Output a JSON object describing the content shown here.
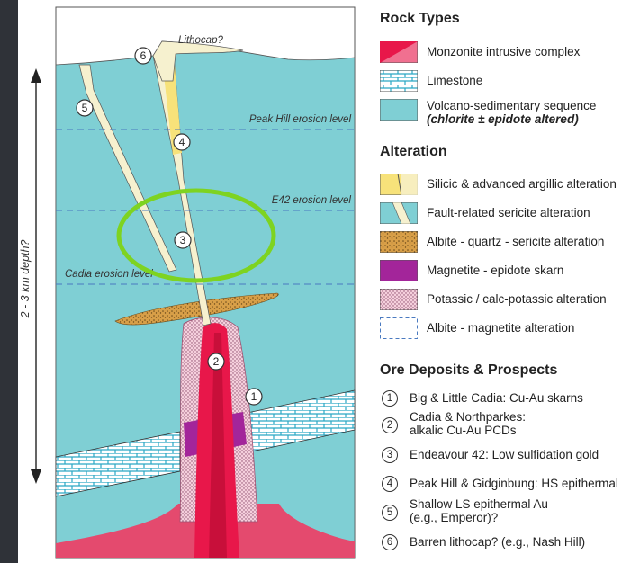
{
  "diagram": {
    "lithocap_label": "Lithocap?",
    "depth_label": "2 - 3 km depth?",
    "erosion_levels": [
      "Peak Hill erosion level",
      "E42 erosion level",
      "Cadia erosion level"
    ],
    "callouts": [
      "1",
      "2",
      "3",
      "4",
      "5",
      "6"
    ],
    "highlight_color": "#7ed321"
  },
  "legend": {
    "rock_types_title": "Rock Types",
    "rock_types": [
      {
        "label": "Monzonite intrusive complex",
        "color": "#e8174a"
      },
      {
        "label": "Limestone",
        "color": "#5fc8d8"
      },
      {
        "label": "Volcano-sedimentary sequence",
        "label2": "(chlorite ± epidote altered)",
        "color": "#7fcfd4"
      }
    ],
    "alteration_title": "Alteration",
    "alteration": [
      {
        "label": "Silicic & advanced argillic alteration",
        "color": "#f7e27a"
      },
      {
        "label": "Fault-related sericite alteration",
        "color": "#f6f1cf"
      },
      {
        "label": "Albite - quartz - sericite alteration",
        "color": "#d9a24a"
      },
      {
        "label": "Magnetite - epidote skarn",
        "color": "#a3259a"
      },
      {
        "label": "Potassic / calc-potassic alteration",
        "color": "#f2c6d6"
      },
      {
        "label": "Albite - magnetite alteration",
        "color": "#ffffff"
      }
    ],
    "ore_title": "Ore Deposits & Prospects",
    "ore": [
      {
        "num": "1",
        "label": "Big & Little Cadia: Cu-Au skarns"
      },
      {
        "num": "2",
        "label": "Cadia & Northparkes:",
        "label2": "alkalic Cu-Au PCDs"
      },
      {
        "num": "3",
        "label": "Endeavour 42: Low sulfidation gold"
      },
      {
        "num": "4",
        "label": "Peak Hill & Gidginbung: HS epithermal"
      },
      {
        "num": "5",
        "label": "Shallow LS epithermal Au",
        "label2": "(e.g., Emperor)?"
      },
      {
        "num": "6",
        "label": "Barren lithocap? (e.g., Nash Hill)"
      }
    ]
  }
}
